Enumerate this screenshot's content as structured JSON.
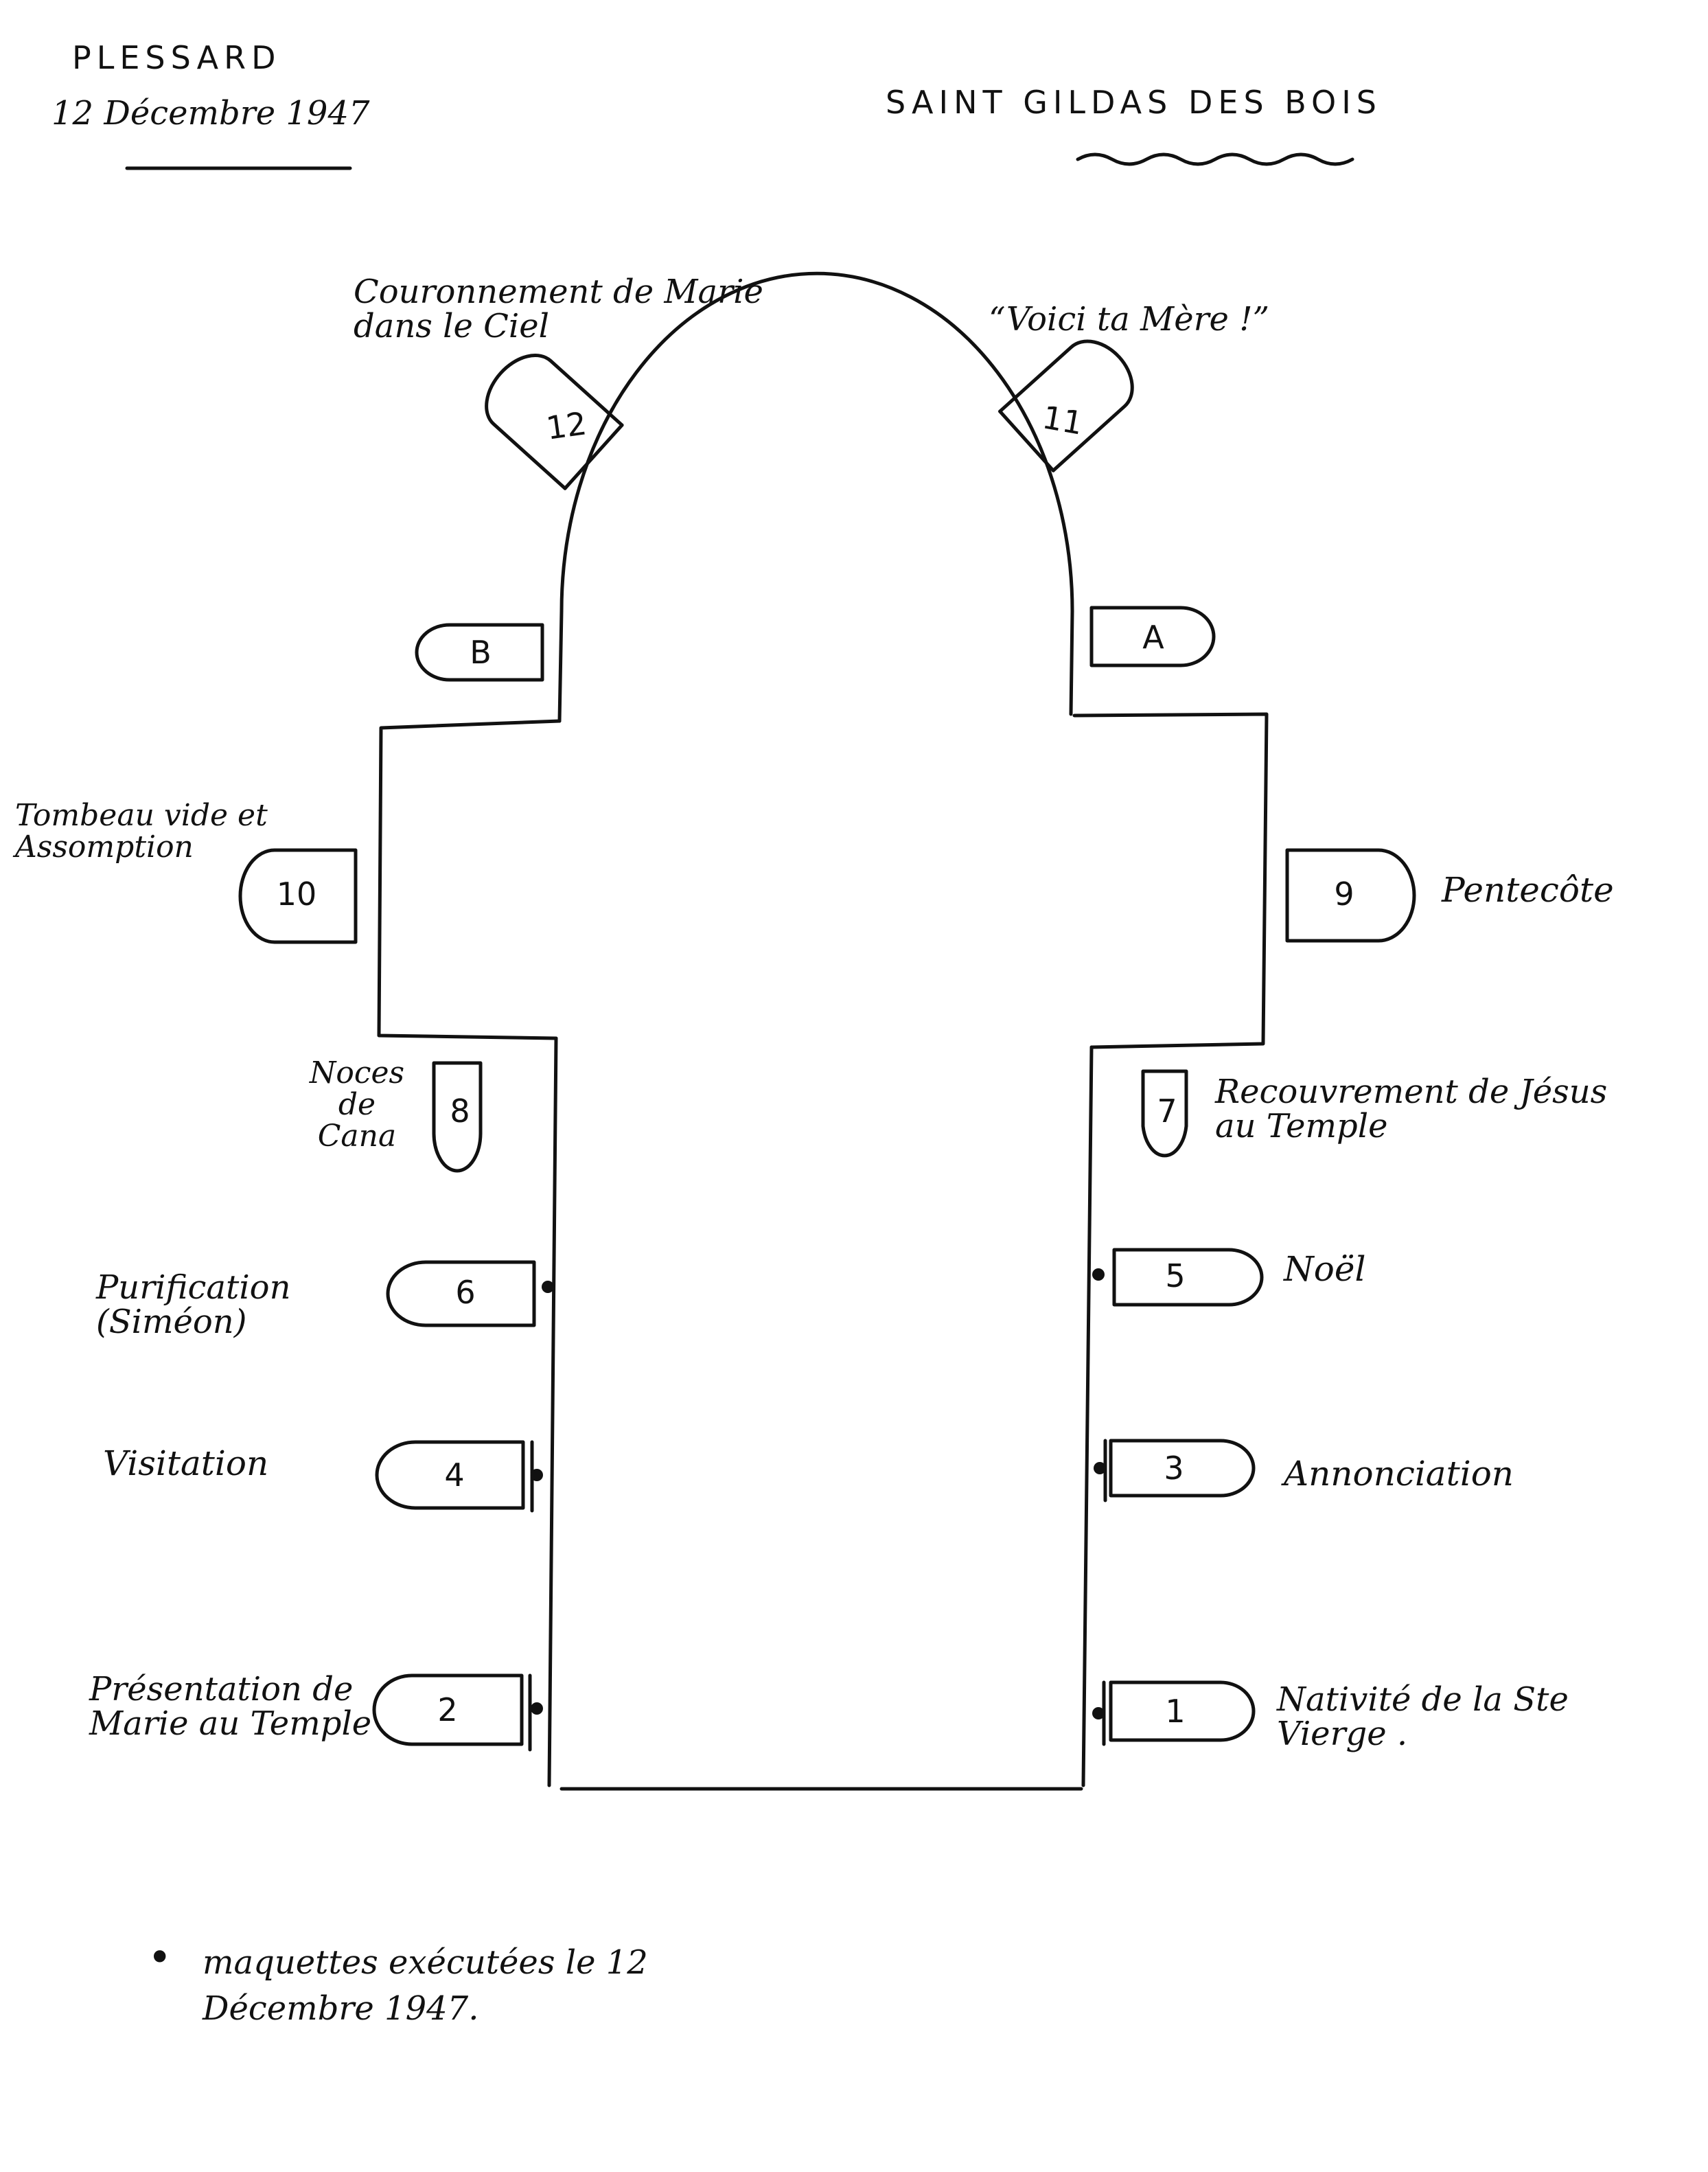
{
  "header": {
    "author": "PLESSARD",
    "date": "12 Décembre 1947",
    "place": "SAINT GILDAS DES BOIS"
  },
  "stations": [
    {
      "id": "12",
      "label": "Couronnement de Marie dans le Ciel",
      "done": false
    },
    {
      "id": "11",
      "label": "“Voici ta Mère !”",
      "done": false
    },
    {
      "id": "B",
      "label": "",
      "done": false
    },
    {
      "id": "A",
      "label": "",
      "done": false
    },
    {
      "id": "10",
      "label": "Tombeau vide et Assomption",
      "done": false
    },
    {
      "id": "9",
      "label": "Pentecôte",
      "done": false
    },
    {
      "id": "8",
      "label": "Noces de Cana",
      "done": false
    },
    {
      "id": "7",
      "label": "Recouvrement de Jésus au Temple",
      "done": false
    },
    {
      "id": "6",
      "label": "Purification (Siméon)",
      "done": true
    },
    {
      "id": "5",
      "label": "Noël",
      "done": true
    },
    {
      "id": "4",
      "label": "Visitation",
      "done": true
    },
    {
      "id": "3",
      "label": "Annonciation",
      "done": true
    },
    {
      "id": "2",
      "label": "Présentation de Marie au Temple",
      "done": true
    },
    {
      "id": "1",
      "label": "Nativité de la Ste Vierge .",
      "done": true
    }
  ],
  "legend": {
    "symbol": "•",
    "text": "maquettes exécutées le 12 Décembre 1947."
  }
}
